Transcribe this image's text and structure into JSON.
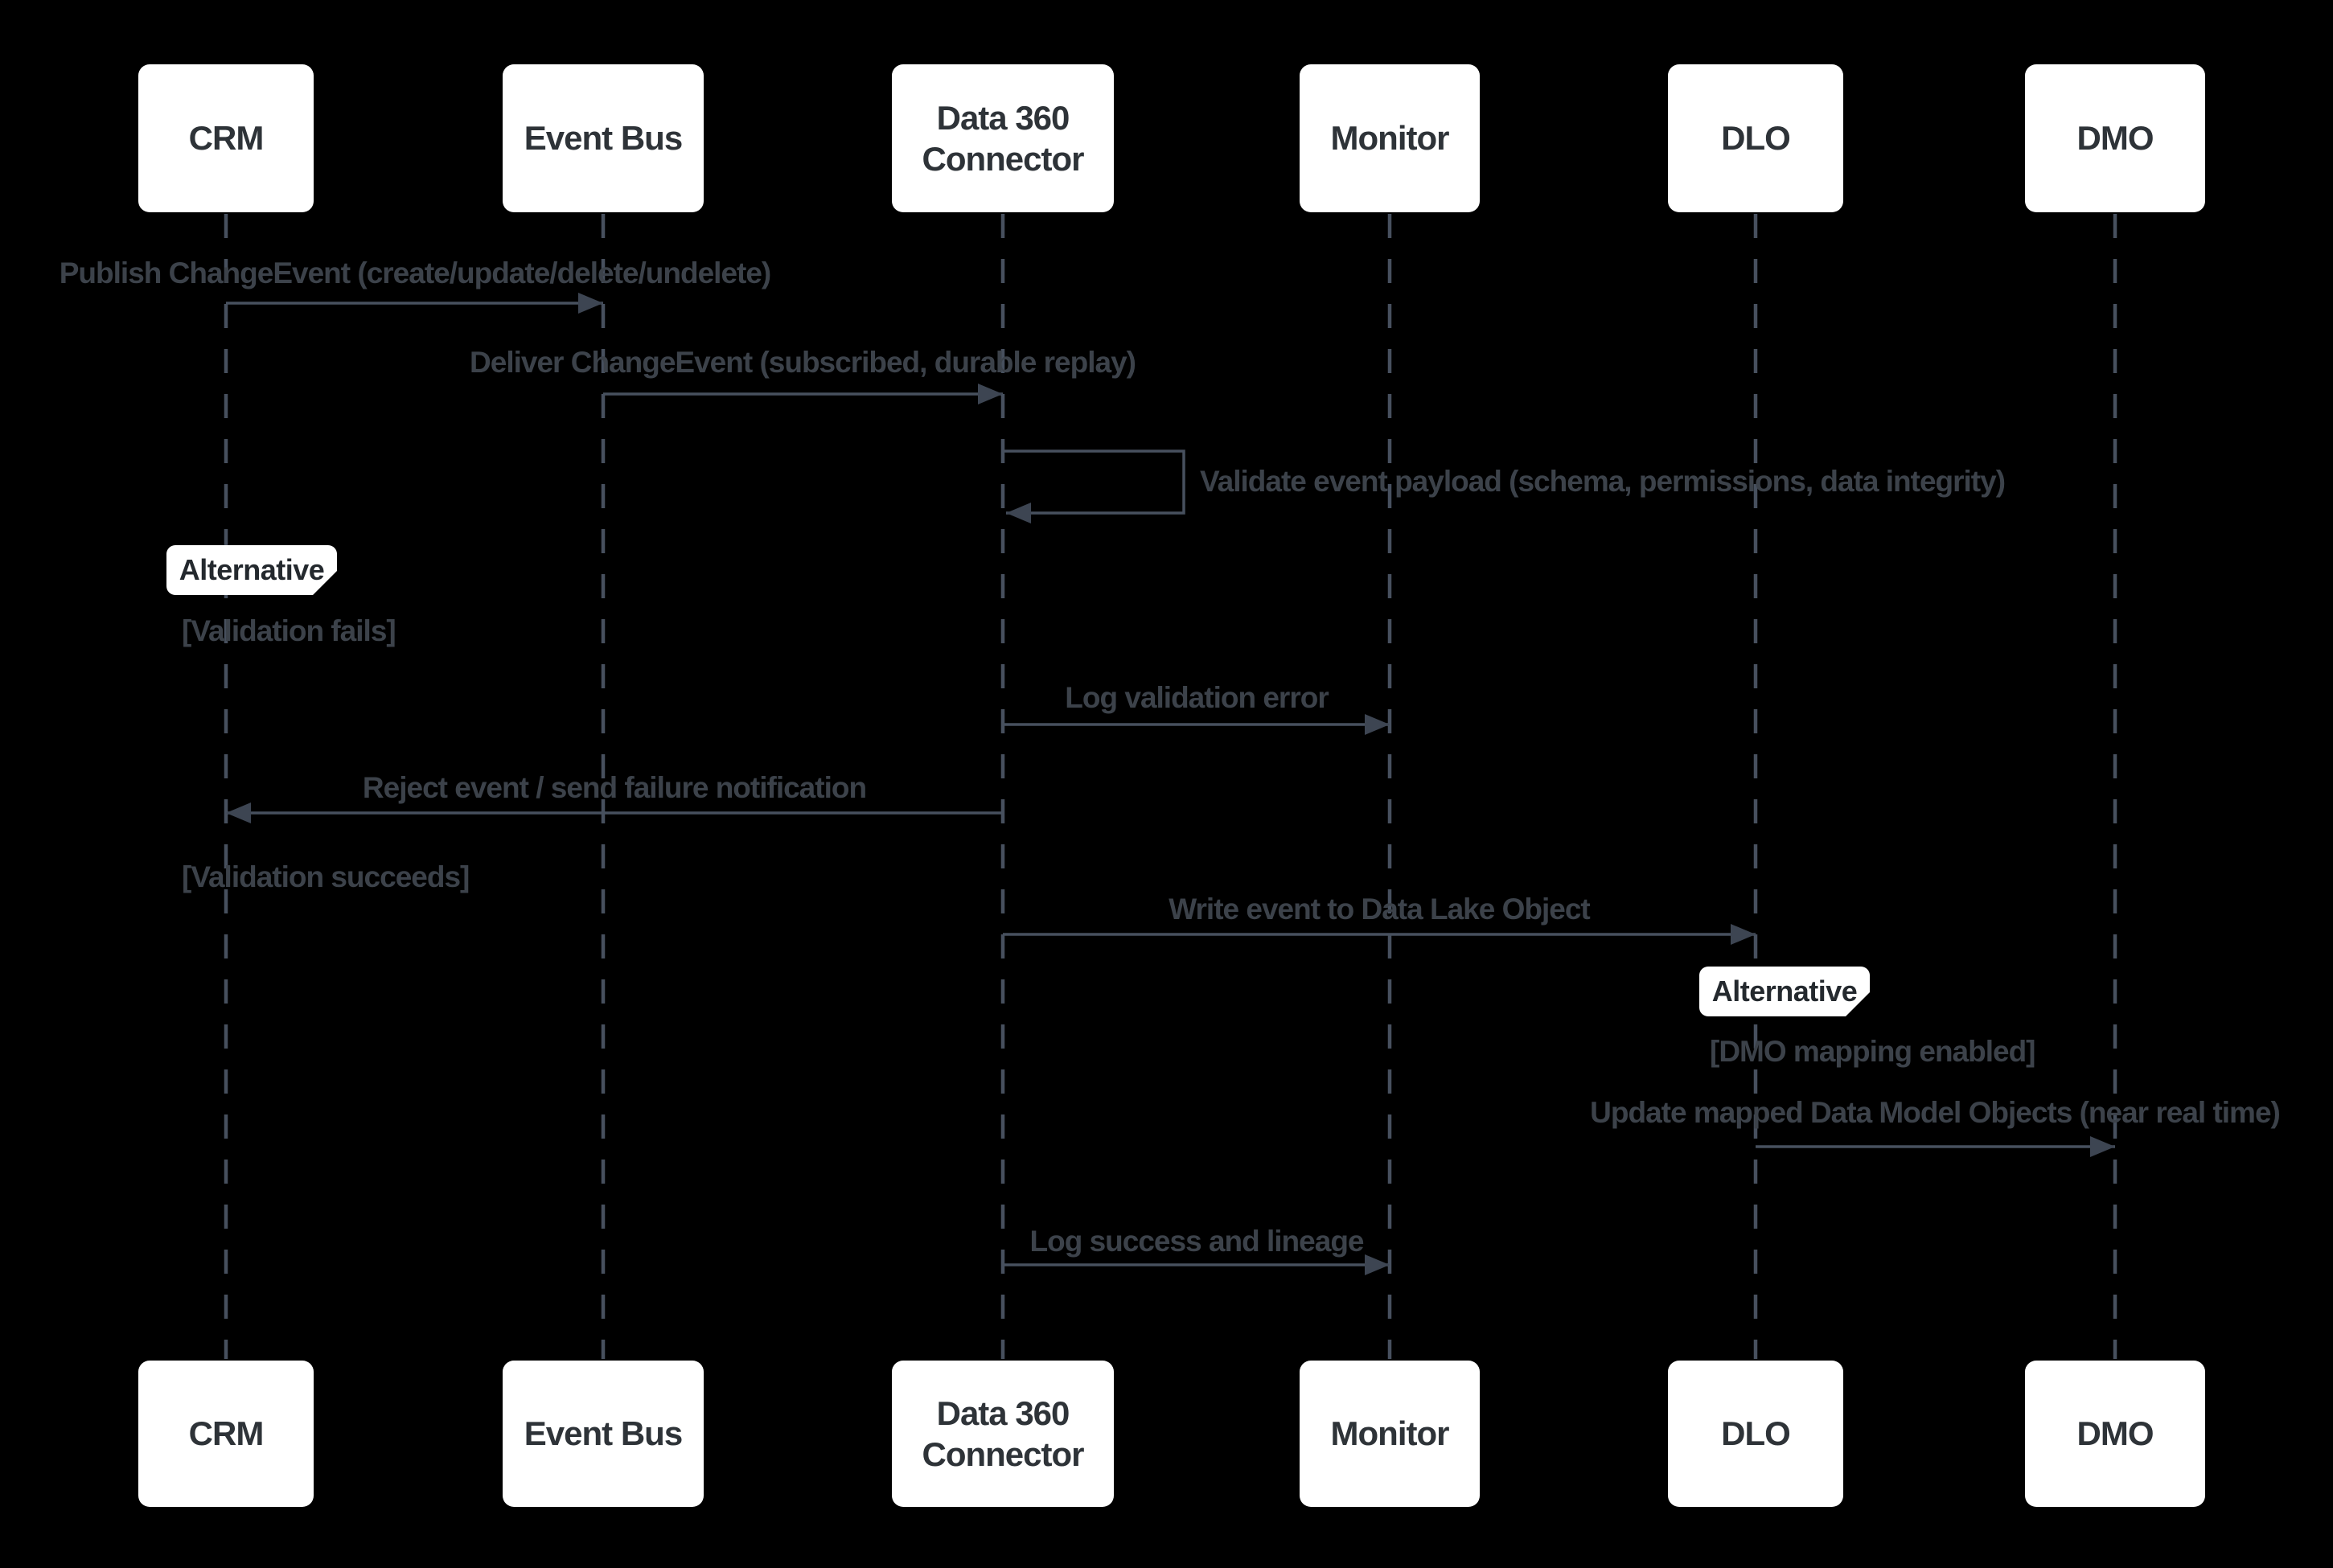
{
  "diagram": {
    "type": "sequence-diagram",
    "actors": [
      {
        "id": "crm",
        "label": "CRM"
      },
      {
        "id": "eventbus",
        "label": "Event Bus"
      },
      {
        "id": "d360",
        "label": "Data 360 Connector"
      },
      {
        "id": "monitor",
        "label": "Monitor"
      },
      {
        "id": "dlo",
        "label": "DLO"
      },
      {
        "id": "dmo",
        "label": "DMO"
      }
    ],
    "messages": [
      {
        "from": "CRM",
        "to": "Event Bus",
        "label": "Publish ChangeEvent (create/update/delete/undelete)"
      },
      {
        "from": "Event Bus",
        "to": "Data 360 Connector",
        "label": "Deliver ChangeEvent (subscribed, durable replay)"
      },
      {
        "from": "Data 360 Connector",
        "to": "Data 360 Connector",
        "kind": "self",
        "label": "Validate event payload (schema, permissions, data integrity)"
      },
      {
        "from": "Data 360 Connector",
        "to": "Monitor",
        "label": "Log validation error"
      },
      {
        "from": "Data 360 Connector",
        "to": "CRM",
        "label": "Reject event / send failure notification"
      },
      {
        "from": "Data 360 Connector",
        "to": "DLO",
        "label": "Write event to Data Lake Object"
      },
      {
        "from": "DLO",
        "to": "DMO",
        "label": "Update mapped Data Model Objects (near real time)"
      },
      {
        "from": "Data 360 Connector",
        "to": "Monitor",
        "label": "Log success and lineage"
      }
    ],
    "alt_blocks": [
      {
        "label": "Alternative",
        "conditions": [
          {
            "label": "[Validation fails]"
          },
          {
            "label": "[Validation succeeds]"
          }
        ]
      },
      {
        "label": "Alternative",
        "conditions": [
          {
            "label": "[DMO mapping enabled]"
          }
        ]
      }
    ],
    "colors": {
      "background": "#000000",
      "actor_fill": "#ffffff",
      "actor_text": "#2e3338",
      "line": "#47505e",
      "arrowhead": "#3d4552",
      "message_text": "#3c424a",
      "alt_tag_fill": "#ffffff",
      "alt_tag_text": "#24292e"
    }
  }
}
